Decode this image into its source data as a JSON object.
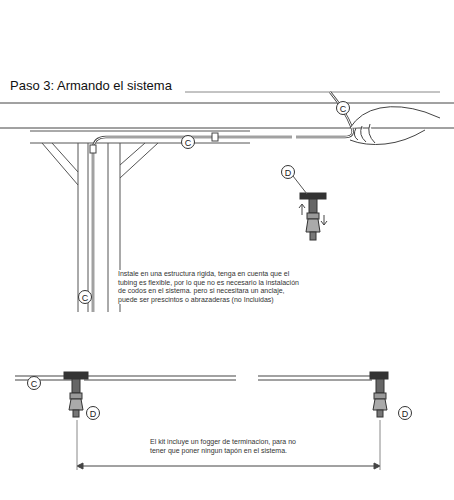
{
  "diagram": {
    "title": "Paso 3: Armando el sistema",
    "labels": [
      "C",
      "C",
      "D",
      "Instale en una estructura rigida, tenga en cuenta que el tubing es flexible, por lo que no es necesario la instalación de codos en el sistema. pero si necesitara un anclaje, puede ser prescintos o abrazaderas (no Incluidas)",
      "C",
      "C",
      "D",
      "D",
      "El kit incluye un fogger de terminacion, para no tener que poner ningun tapón en el sistema."
    ]
  }
}
